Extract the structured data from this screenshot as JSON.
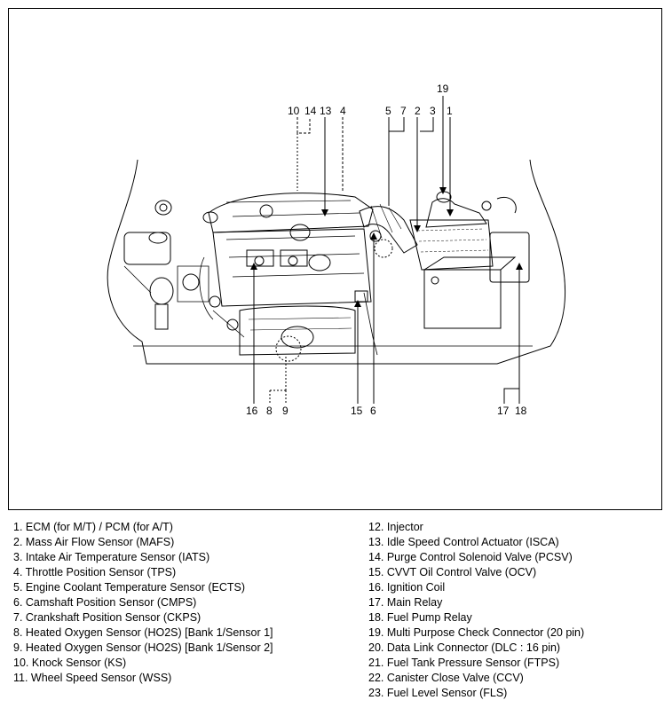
{
  "callouts": {
    "top_left": [
      "10",
      "14",
      "13",
      "4"
    ],
    "top_right": [
      "5",
      "7",
      "2",
      "3",
      "1"
    ],
    "top_19": "19",
    "bottom_left": [
      "16",
      "8",
      "9"
    ],
    "bottom_mid": [
      "15",
      "6"
    ],
    "bottom_right": [
      "17",
      "18"
    ]
  },
  "legend": {
    "left": [
      "1. ECM (for M/T) / PCM (for A/T)",
      "2. Mass Air Flow Sensor (MAFS)",
      "3. Intake Air Temperature Sensor (IATS)",
      "4. Throttle Position Sensor (TPS)",
      "5. Engine Coolant Temperature Sensor (ECTS)",
      "6. Camshaft Position Sensor (CMPS)",
      "7. Crankshaft Position Sensor (CKPS)",
      "8. Heated Oxygen Sensor (HO2S) [Bank 1/Sensor 1]",
      "9. Heated Oxygen Sensor (HO2S) [Bank 1/Sensor 2]",
      "10. Knock Sensor (KS)",
      "11. Wheel Speed Sensor (WSS)"
    ],
    "right": [
      "12. Injector",
      "13. Idle Speed Control Actuator (ISCA)",
      "14. Purge Control Solenoid Valve (PCSV)",
      "15. CVVT Oil Control Valve (OCV)",
      "16. Ignition Coil",
      "17. Main Relay",
      "18. Fuel Pump Relay",
      "19. Multi Purpose Check Connector (20 pin)",
      "20. Data Link Connector (DLC : 16 pin)",
      "21. Fuel Tank Pressure Sensor (FTPS)",
      "22. Canister Close Valve (CCV)",
      "23. Fuel Level Sensor (FLS)"
    ]
  }
}
